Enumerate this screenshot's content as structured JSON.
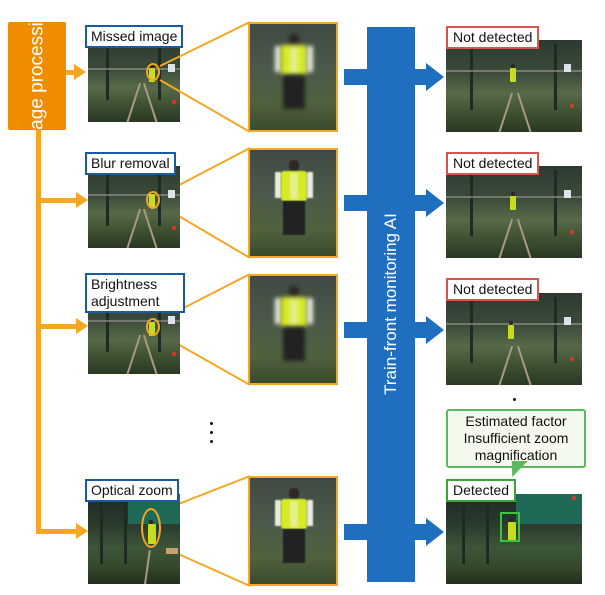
{
  "image_processing_label": "Image processing",
  "ai_label": "Train-front monitoring AI",
  "rows": [
    {
      "method": "Missed image",
      "result": "Not detected"
    },
    {
      "method": "Blur removal",
      "result": "Not detected"
    },
    {
      "method": "Brightness adjustment",
      "result": "Not detected"
    },
    {
      "method": "Optical zoom",
      "result": "Detected"
    }
  ],
  "callout": {
    "text": "Estimated factor Insufficient zoom magnification"
  },
  "colors": {
    "orange": "#f08c00",
    "blue": "#1f6ec0",
    "red": "#d9534f",
    "green": "#3aa635"
  }
}
